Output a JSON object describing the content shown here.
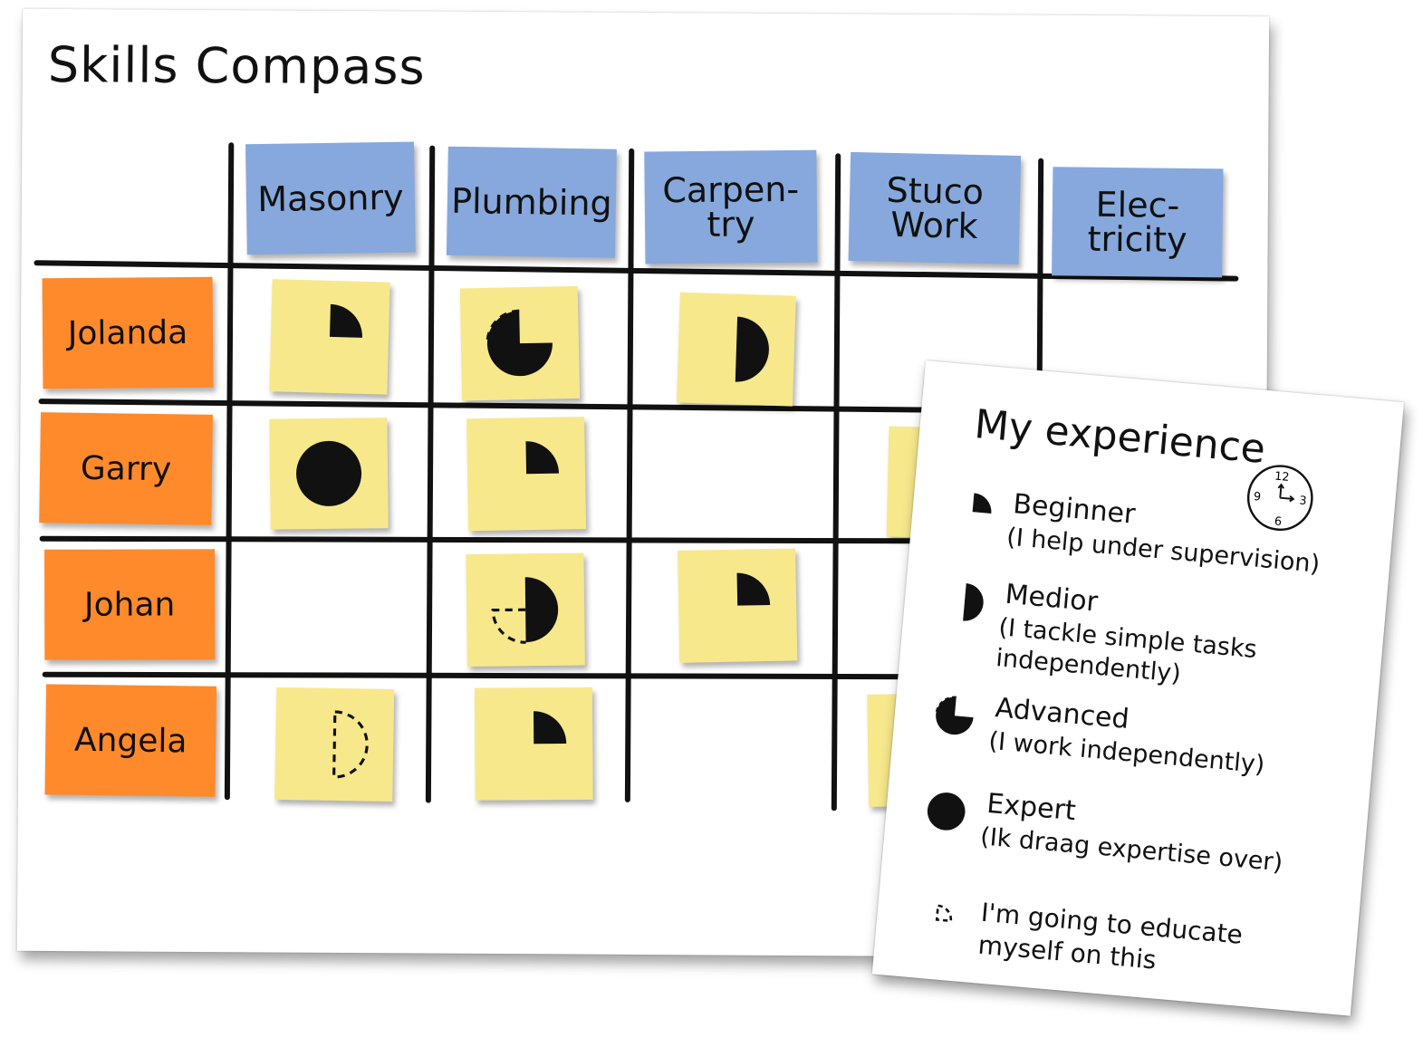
{
  "board": {
    "title": "Skills Compass",
    "skills": [
      {
        "line1": "Masonry",
        "line2": ""
      },
      {
        "line1": "Plumbing",
        "line2": ""
      },
      {
        "line1": "Carpen-",
        "line2": "try"
      },
      {
        "line1": "Stuco",
        "line2": "Work"
      },
      {
        "line1": "Elec-",
        "line2": "tricity"
      }
    ],
    "people": [
      "Jolanda",
      "Garry",
      "Johan",
      "Angela"
    ],
    "levels": [
      [
        "beginner",
        "advanced",
        "medior",
        null,
        null
      ],
      [
        "expert",
        "beginner",
        null,
        "learning",
        null
      ],
      [
        null,
        "medior-learning",
        "beginner",
        null,
        null
      ],
      [
        "learning",
        "beginner",
        null,
        "expert",
        null
      ]
    ]
  },
  "legend": {
    "title": "My experience",
    "clock": {
      "n12": "12",
      "n3": "3",
      "n6": "6",
      "n9": "9"
    },
    "items": [
      {
        "level": "beginner",
        "name": "Beginner",
        "desc": "(I help under supervision)"
      },
      {
        "level": "medior",
        "name": "Medior",
        "desc": "(I tackle simple tasks independently)"
      },
      {
        "level": "advanced",
        "name": "Advanced",
        "desc": "(I work independently)"
      },
      {
        "level": "expert",
        "name": "Expert",
        "desc": "(Ik draag expertise over)"
      }
    ],
    "learning_note": "I'm going to educate myself on this"
  },
  "colors": {
    "skill_header": "#86a8dc",
    "person_label": "#ff8a2b",
    "skill_note": "#f7e88c",
    "ink": "#111111"
  }
}
